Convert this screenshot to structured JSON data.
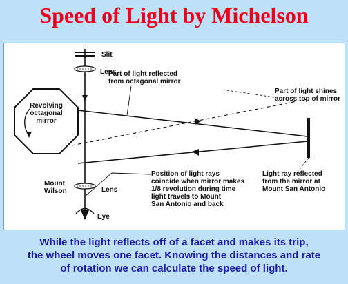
{
  "title": "Speed of Light by Michelson",
  "labels": {
    "slit": "Slit",
    "lens_top": "Lens",
    "reflected_octagonal": [
      "Part of light reflected",
      "from octagonal mirror"
    ],
    "mirror": [
      "Revolving",
      "octagonal",
      "mirror"
    ],
    "shines_top": [
      "Part of light shines",
      "across top of mirror"
    ],
    "ray_reflected": [
      "Light ray reflected",
      "from the mirror at",
      "Mount San Antonio"
    ],
    "position": [
      "Position of light rays",
      "coincide when mirror makes",
      "1/8 revolution during time",
      "light travels to Mount",
      "San Antonio and back"
    ],
    "mount_wilson": [
      "Mount",
      "Wilson"
    ],
    "lens_bottom": "Lens",
    "eye": "Eye"
  },
  "caption": [
    "While the light reflects off of a facet and makes its trip,",
    "the wheel moves one facet.  Knowing the distances and rate",
    "of rotation we can calculate the speed of light."
  ]
}
